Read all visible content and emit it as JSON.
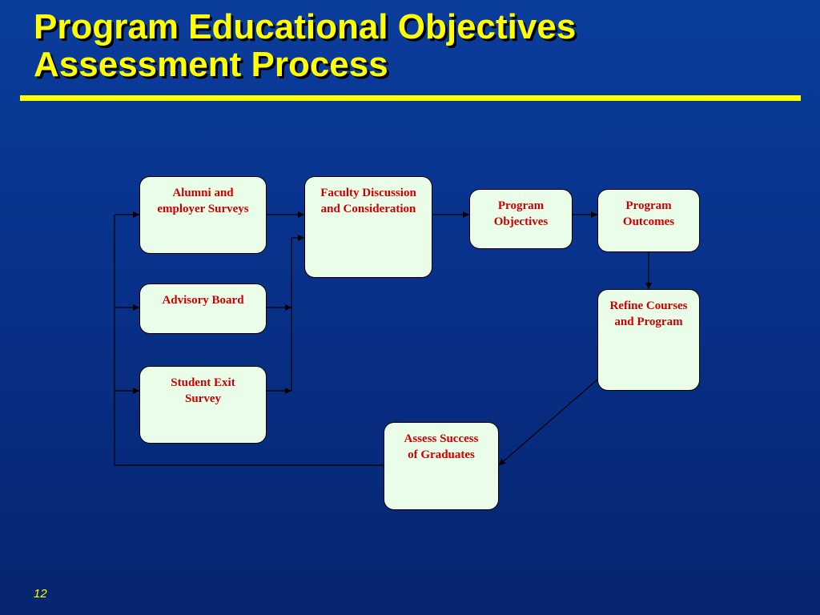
{
  "slide": {
    "title_line1": "Program Educational Objectives",
    "title_line2": "Assessment Process",
    "page_number": "12"
  },
  "diagram": {
    "nodes": {
      "alumni": "Alumni and employer Surveys",
      "advisory": "Advisory Board",
      "student_exit": "Student Exit Survey",
      "faculty": "Faculty Discussion and Consideration",
      "objectives": "Program Objectives",
      "outcomes": "Program Outcomes",
      "refine": "Refine Courses and Program",
      "assess": "Assess Success of Graduates"
    }
  },
  "colors": {
    "background": "#08318a",
    "title": "#ffff00",
    "box_fill": "#e9fde9",
    "box_text": "#cc0000",
    "connector": "#000000"
  }
}
